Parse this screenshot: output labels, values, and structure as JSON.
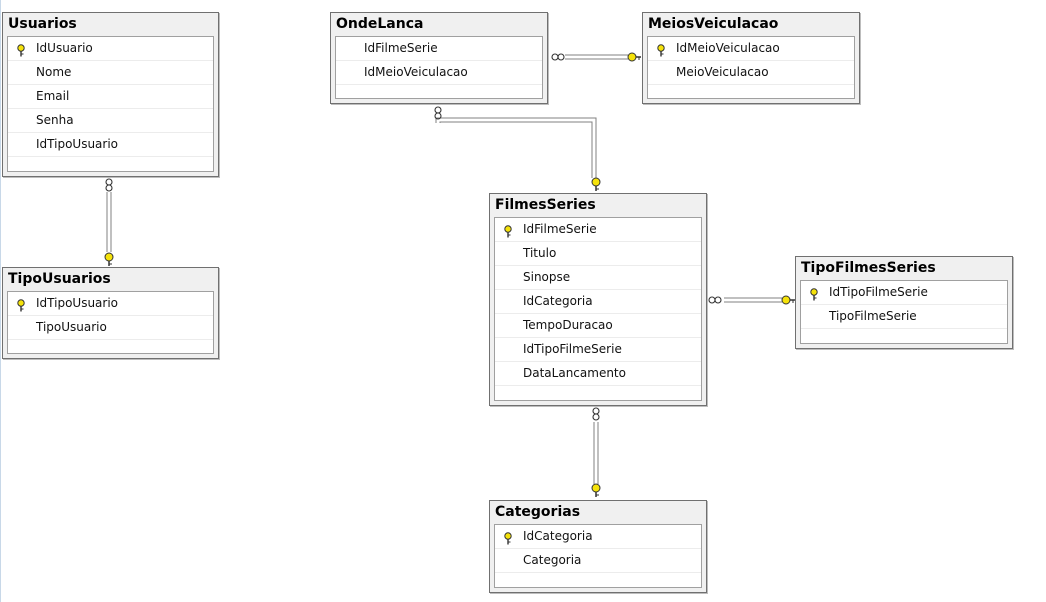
{
  "diagram": {
    "tables": {
      "usuarios": {
        "name": "Usuarios",
        "columns": [
          "IdUsuario",
          "Nome",
          "Email",
          "Senha",
          "IdTipoUsuario"
        ],
        "primary_key": "IdUsuario"
      },
      "tipo_usuarios": {
        "name": "TipoUsuarios",
        "columns": [
          "IdTipoUsuario",
          "TipoUsuario"
        ],
        "primary_key": "IdTipoUsuario"
      },
      "onde_lanca": {
        "name": "OndeLanca",
        "columns": [
          "IdFilmeSerie",
          "IdMeioVeiculacao"
        ],
        "primary_key": null
      },
      "meios_veiculacao": {
        "name": "MeiosVeiculacao",
        "columns": [
          "IdMeioVeiculacao",
          "MeioVeiculacao"
        ],
        "primary_key": "IdMeioVeiculacao"
      },
      "filmes_series": {
        "name": "FilmesSeries",
        "columns": [
          "IdFilmeSerie",
          "Titulo",
          "Sinopse",
          "IdCategoria",
          "TempoDuracao",
          "IdTipoFilmeSerie",
          "DataLancamento"
        ],
        "primary_key": "IdFilmeSerie"
      },
      "tipo_filmes_series": {
        "name": "TipoFilmesSeries",
        "columns": [
          "IdTipoFilmeSerie",
          "TipoFilmeSerie"
        ],
        "primary_key": "IdTipoFilmeSerie"
      },
      "categorias": {
        "name": "Categorias",
        "columns": [
          "IdCategoria",
          "Categoria"
        ],
        "primary_key": "IdCategoria"
      }
    },
    "relationships": [
      {
        "from": "Usuarios",
        "to": "TipoUsuarios",
        "many_side": "Usuarios",
        "one_side": "TipoUsuarios"
      },
      {
        "from": "OndeLanca",
        "to": "MeiosVeiculacao",
        "many_side": "OndeLanca",
        "one_side": "MeiosVeiculacao"
      },
      {
        "from": "OndeLanca",
        "to": "FilmesSeries",
        "many_side": "OndeLanca",
        "one_side": "FilmesSeries"
      },
      {
        "from": "FilmesSeries",
        "to": "TipoFilmesSeries",
        "many_side": "FilmesSeries",
        "one_side": "TipoFilmesSeries"
      },
      {
        "from": "FilmesSeries",
        "to": "Categorias",
        "many_side": "FilmesSeries",
        "one_side": "Categorias"
      }
    ],
    "colors": {
      "background": "#ffffff",
      "table_frame": "#f0f0f0",
      "border": "#707070",
      "key_fill": "#f5e20a",
      "line": "#808080"
    },
    "icons": {
      "primary_key": "key-icon",
      "many_end": "infinity-icon",
      "one_end": "key-icon"
    }
  }
}
